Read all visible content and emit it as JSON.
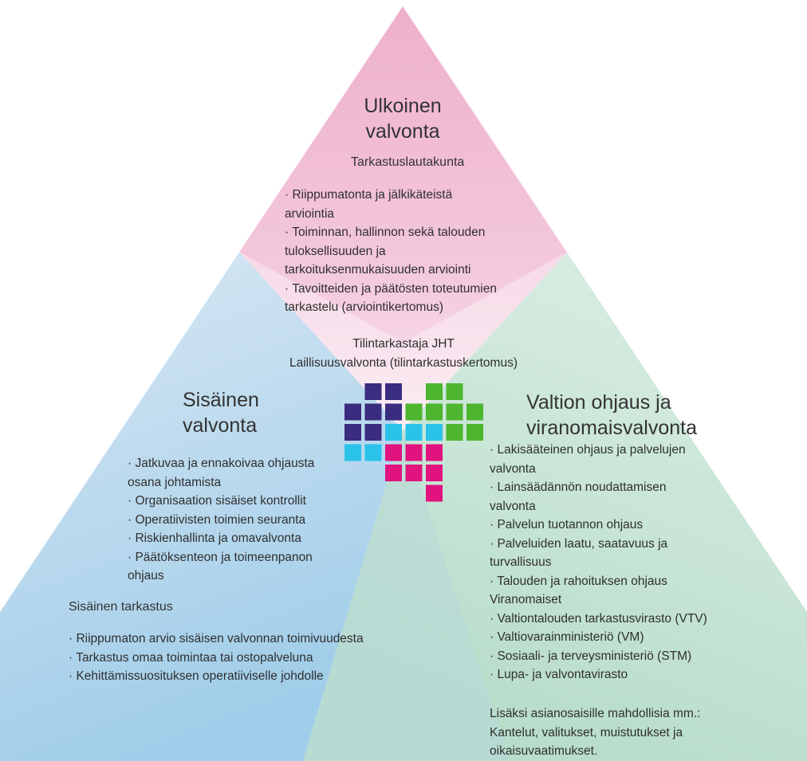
{
  "colors": {
    "top_section": "#eeb3cd",
    "left_section": "#a8cfe8",
    "right_section": "#bfe0cf",
    "logo_purple": "#3a2c7f",
    "logo_green": "#4db52e",
    "logo_cyan": "#2bc2ea",
    "logo_magenta": "#e0137f"
  },
  "top": {
    "title": [
      "Ulkoinen",
      "valvonta"
    ],
    "subtitle": "Tarkastuslautakunta",
    "items": [
      "· Riippumatonta ja jälkikäteistä",
      "arviointia",
      "· Toiminnan, hallinnon sekä talouden",
      "tuloksellisuuden ja",
      "tarkoituksenmukaisuuden arviointi",
      "· Tavoitteiden ja päätösten toteutumien",
      "tarkastelu (arviointikertomus)"
    ],
    "auditor": [
      "Tilintarkastaja JHT",
      "Laillisuusvalvonta (tilintarkastuskertomus)"
    ]
  },
  "left": {
    "title": [
      "Sisäinen",
      "valvonta"
    ],
    "items": [
      "· Jatkuvaa ja ennakoivaa ohjausta",
      "osana johtamista",
      "· Organisaation sisäiset kontrollit",
      "· Operatiivisten toimien seuranta",
      "· Riskienhallinta ja omavalvonta",
      "· Päätöksenteon ja toimeenpanon",
      "ohjaus"
    ],
    "subtitle": "Sisäinen tarkastus",
    "sub_items": [
      "· Riippumaton arvio sisäisen valvonnan toimivuudesta",
      "· Tarkastus omaa toimintaa tai ostopalveluna",
      "· Kehittämissuosituksen operatiiviselle johdolle"
    ]
  },
  "right": {
    "title": [
      "Valtion ohjaus ja",
      "viranomaisvalvonta"
    ],
    "items": [
      "· Lakisääteinen ohjaus ja palvelujen",
      "valvonta",
      "· Lainsäädännön noudattamisen",
      "valvonta",
      "· Palvelun tuotannon ohjaus",
      "· Palveluiden laatu, saatavuus ja",
      "turvallisuus",
      "· Talouden ja rahoituksen ohjaus",
      "Viranomaiset",
      "· Valtiontalouden tarkastusvirasto (VTV)",
      "· Valtiovarainministeriö (VM)",
      "· Sosiaali- ja terveysministeriö (STM)",
      "· Lupa- ja valvontavirasto"
    ],
    "extra": [
      "Lisäksi asianosaisille mahdollisia mm.:",
      "Kantelut, valitukset, muistutukset ja",
      "oikaisuvaatimukset."
    ]
  }
}
